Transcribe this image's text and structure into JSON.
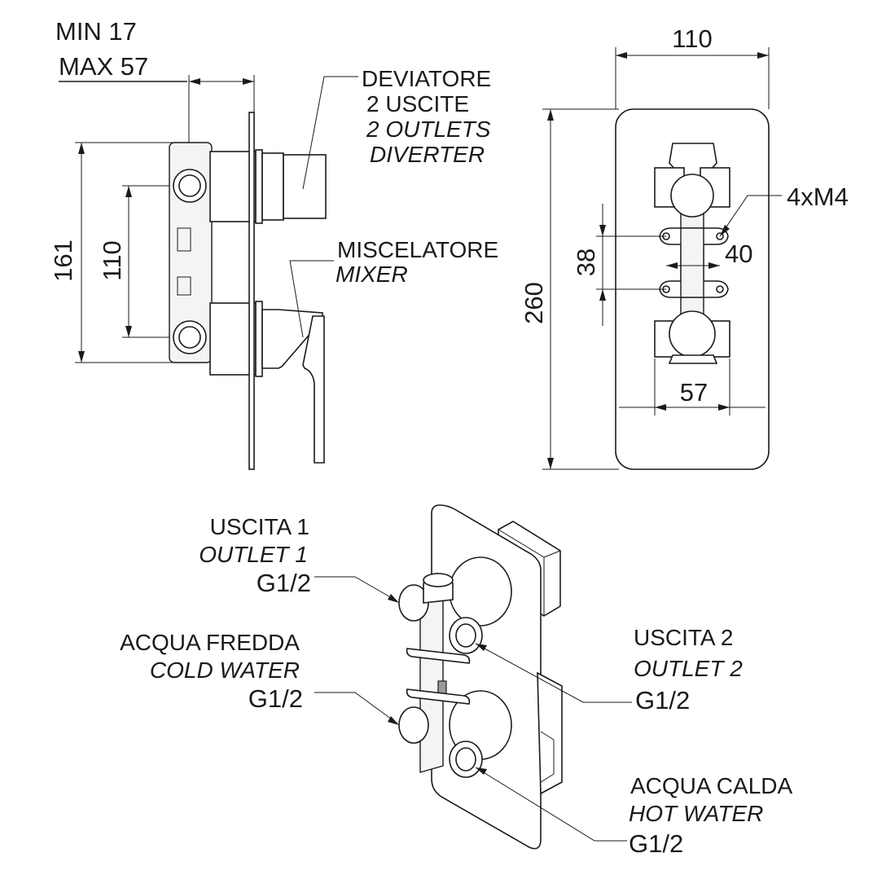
{
  "side_view": {
    "depth_min": "MIN 17",
    "depth_max": "MAX 57",
    "overall_height": "161",
    "inlet_spacing": "110",
    "diverter": {
      "line1": "DEVIATORE",
      "line2": "2 USCITE",
      "line3": "2 OUTLETS",
      "line4": "DIVERTER"
    },
    "mixer": {
      "line1": "MISCELATORE",
      "line2": "MIXER"
    }
  },
  "front_view": {
    "plate_width": "110",
    "plate_height": "260",
    "fixing_screws": "4xM4",
    "screw_vertical_spacing": "38",
    "screw_horizontal_spacing": "40",
    "body_width": "57"
  },
  "iso_view": {
    "outlet1": {
      "line1": "USCITA 1",
      "line2": "OUTLET 1",
      "thread": "G1/2"
    },
    "cold": {
      "line1": "ACQUA FREDDA",
      "line2": "COLD WATER",
      "thread": "G1/2"
    },
    "outlet2": {
      "line1": "USCITA 2",
      "line2": "OUTLET 2",
      "thread": "G1/2"
    },
    "hot": {
      "line1": "ACQUA CALDA",
      "line2": "HOT WATER",
      "thread": "G1/2"
    }
  }
}
